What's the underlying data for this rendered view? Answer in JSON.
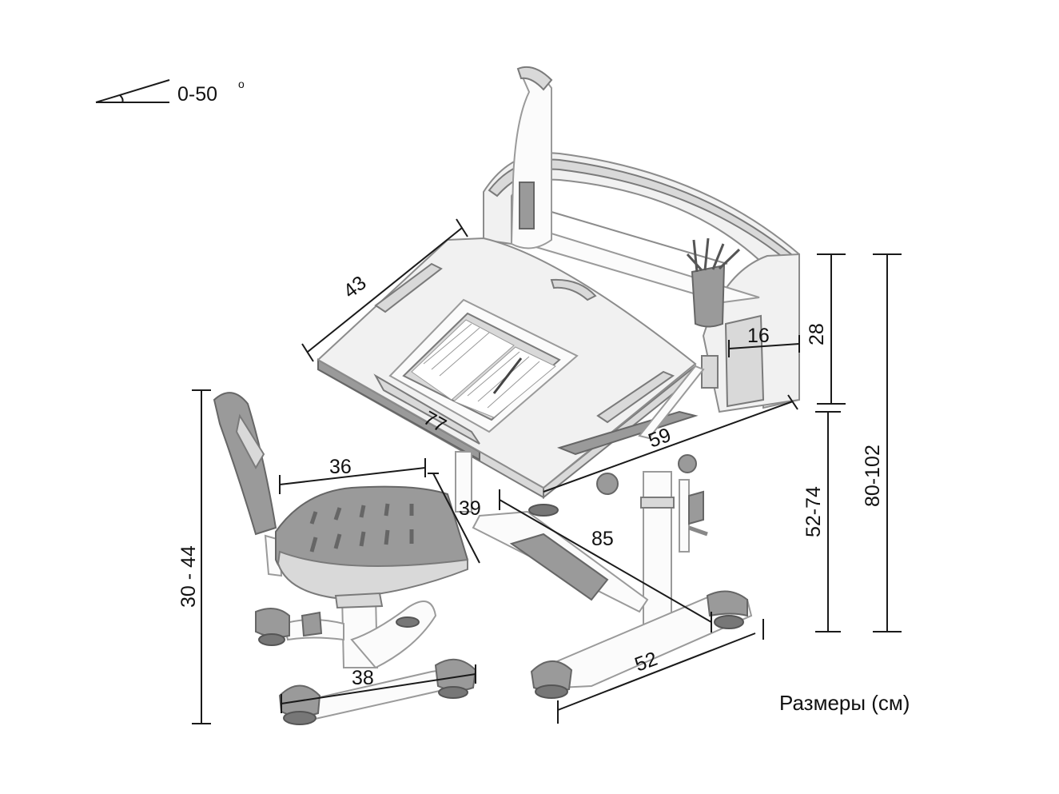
{
  "angle": {
    "label": "0-50",
    "unit_mark": "o"
  },
  "dimensions": {
    "desk_depth": "43",
    "desk_width": "77",
    "desk_side": "59",
    "shelf_depth": "16",
    "shelf_height": "28",
    "desk_height": "52-74",
    "total_height": "80-102",
    "base_length": "85",
    "base_width": "52",
    "seat_width": "36",
    "seat_depth": "39",
    "chair_height": "30 - 44",
    "chair_base": "38"
  },
  "caption": "Размеры (см)",
  "colors": {
    "line": "#1a1a1a",
    "body_light": "#f1f1f1",
    "body_mid": "#d9d9d9",
    "body_dark": "#9a9a9a",
    "background": "#ffffff"
  }
}
